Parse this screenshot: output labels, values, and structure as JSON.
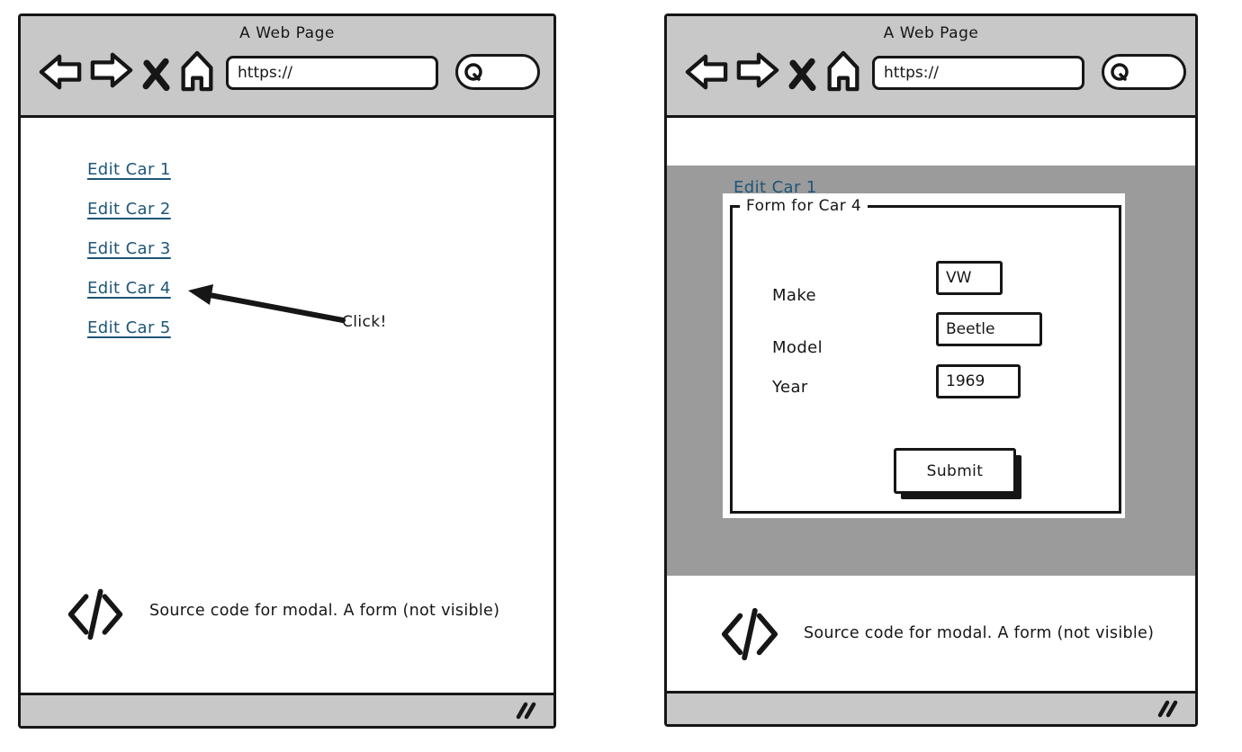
{
  "colors": {
    "chrome_gray": "#c8c8c8",
    "overlay_gray": "#9b9b9b",
    "ink": "#161616",
    "link_blue": "#1e5577",
    "paper": "#ffffff"
  },
  "browser": {
    "title": "A Web Page",
    "url_value": "https://",
    "icons": {
      "back": "block-arrow-left",
      "forward": "block-arrow-right",
      "stop": "x-cross",
      "home": "house",
      "search": "magnifier",
      "resize_grip": "double-slash",
      "code": "</>"
    }
  },
  "left_window": {
    "links": [
      "Edit Car 1",
      "Edit Car 2",
      "Edit Car 3",
      "Edit Car 4",
      "Edit Car 5"
    ],
    "annotation": "Click!",
    "footer": {
      "note": "Source code for modal. A form (not visible)"
    }
  },
  "right_window": {
    "background_link": "Edit Car 1",
    "modal": {
      "title": "Form for Car 4",
      "fields": [
        {
          "label": "Make",
          "value": "VW"
        },
        {
          "label": "Model",
          "value": "Beetle"
        },
        {
          "label": "Year",
          "value": "1969"
        }
      ],
      "submit_label": "Submit"
    },
    "footer": {
      "note": "Source code for modal. A form (not visible)"
    }
  }
}
